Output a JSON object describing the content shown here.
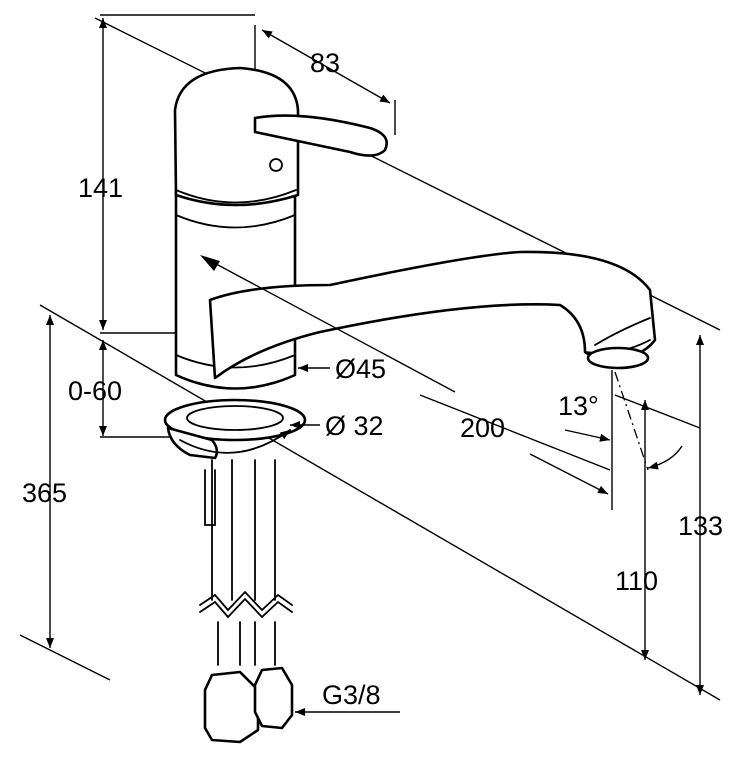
{
  "drawing": {
    "labels": {
      "width_83": "83",
      "height_141": "141",
      "height_365": "365",
      "adjust_0_60": "0-60",
      "dia_45": "Ø45",
      "dia_32": "Ø 32",
      "reach_200": "200",
      "angle_13": "13°",
      "height_133": "133",
      "height_110": "110",
      "thread_g38": "G3/8"
    },
    "colors": {
      "line": "#000000",
      "background": "#ffffff"
    }
  }
}
